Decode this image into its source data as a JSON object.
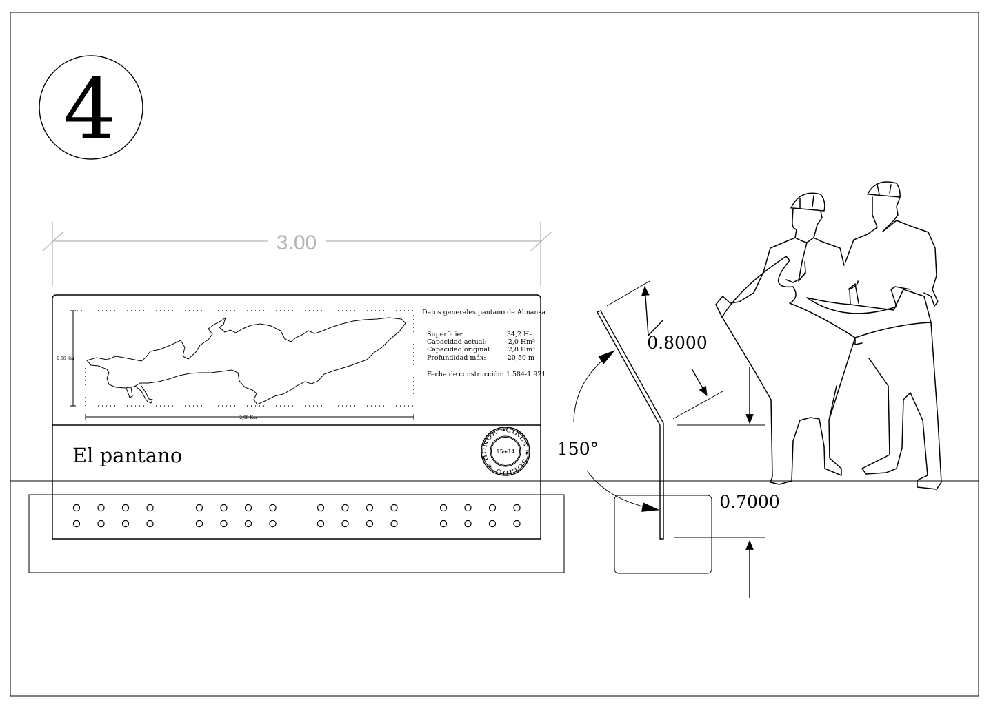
{
  "plan_number": "4",
  "width_dimension": "3.00",
  "panel": {
    "title": "El pantano",
    "map": {
      "height_label": "0,56 Km",
      "width_label": "2,09 Km"
    },
    "info": {
      "heading": "Datos generales pantano de Almansa",
      "rows": [
        {
          "label": "Superficie:",
          "value": "34,2 Ha"
        },
        {
          "label": "Capacidad actual:",
          "value": "2,0 Hm³"
        },
        {
          "label": "Capacidad original:",
          "value": "2,8 Hm³"
        },
        {
          "label": "Profundidad máx:",
          "value": "20,50 m"
        }
      ],
      "construction": "Fecha de construcción: 1.584-1.921"
    },
    "seal": {
      "ring_text": "CIRLA ❧ SOLIDO ❧ HONOR ❧ IE ❧",
      "center_text": "15❧14"
    }
  },
  "section": {
    "angle_label": "150°",
    "upper_height": "0.8000",
    "lower_height": "0.7000"
  }
}
